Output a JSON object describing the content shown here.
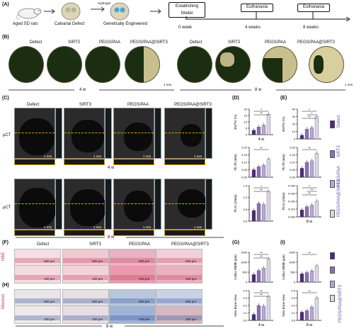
{
  "panel_labels": {
    "A": "(A)",
    "B": "(B)",
    "C": "(C)",
    "D": "(D)",
    "E": "(E)",
    "F": "(F)",
    "G": "(G)",
    "H": "(H)",
    "I": "(I)"
  },
  "schematic": {
    "rat": "Aged SD rats",
    "defect": "Calvarial Defect",
    "hydrogel": "Hydrogel",
    "engineered": "Genetically Engineered",
    "steps": [
      "Establishing Model",
      "Euthanasia",
      "Euthanasia"
    ],
    "times": [
      "0 week",
      "4 weeks",
      "8 weeks"
    ]
  },
  "groups": [
    "Defect",
    "SIRT3",
    "PEGS/PAA",
    "PEGS/PAA@SIRT3"
  ],
  "timepoints": {
    "w4": "4 w",
    "w8": "8 w"
  },
  "scale": {
    "mm1": "1 mm",
    "um500": "500 μm",
    "um100": "100 μm"
  },
  "rowlabels": {
    "uct": "μCT",
    "he": "H&E",
    "masson": "Masson"
  },
  "legend": [
    "Defect",
    "SIRT3",
    "PEGS/PAA",
    "PEGS/PAA@SIRT3"
  ],
  "colors": [
    "#4b2a7a",
    "#8a6fb8",
    "#b5a7d6",
    "#dcd6ea"
  ],
  "chart_data": [
    {
      "panel": "D",
      "type": "bar",
      "ylabel": "BV/TV (%)",
      "xlabel": "4 w",
      "ylim": [
        0,
        20
      ],
      "yticks": [
        0,
        5,
        10,
        15,
        20
      ],
      "values": [
        3.5,
        6,
        7.5,
        16
      ],
      "sig": [
        "*",
        "**"
      ]
    },
    {
      "panel": "D",
      "type": "bar",
      "ylabel": "Tb.Th (mm)",
      "ylim": [
        0,
        0.2
      ],
      "yticks": [
        "0.00",
        "0.05",
        "0.10",
        "0.15",
        "0.20"
      ],
      "values": [
        0.05,
        0.07,
        0.08,
        0.12
      ],
      "sig": [
        "**"
      ]
    },
    {
      "panel": "D",
      "type": "bar",
      "ylabel": "Tb.N (1/mm)",
      "ylim": [
        0,
        1.5
      ],
      "yticks": [
        "0.0",
        "0.5",
        "1.0",
        "1.5"
      ],
      "values": [
        0.45,
        0.75,
        0.7,
        1.25
      ],
      "sig": [
        "*",
        "**"
      ]
    },
    {
      "panel": "E",
      "type": "bar",
      "ylabel": "BV/TV (%)",
      "ylim": [
        0,
        40
      ],
      "yticks": [
        0,
        10,
        20,
        30,
        40
      ],
      "values": [
        5,
        13,
        15,
        30
      ],
      "sig": [
        "*",
        "*",
        "**"
      ]
    },
    {
      "panel": "E",
      "type": "bar",
      "ylabel": "Tb.Th (mm)",
      "ylim": [
        0,
        0.2
      ],
      "yticks": [
        "0.00",
        "0.05",
        "0.10",
        "0.15",
        "0.20"
      ],
      "values": [
        0.06,
        0.1,
        0.11,
        0.16
      ],
      "sig": [
        "**"
      ]
    },
    {
      "panel": "E",
      "type": "bar",
      "ylabel": "Tb.N (1/mm)",
      "xlabel": "8 w",
      "ylim": [
        0,
        0.04
      ],
      "yticks": [
        "0.000",
        "0.010",
        "0.020",
        "0.030",
        "0.040"
      ],
      "values": [
        0.009,
        0.013,
        0.015,
        0.02
      ],
      "sig": [
        "*",
        "**",
        "**"
      ]
    },
    {
      "panel": "G",
      "type": "bar",
      "ylabel": "Callus Width (μm)",
      "ylim": [
        0,
        1500
      ],
      "yticks": [
        0,
        500,
        1000,
        1500
      ],
      "values": [
        380,
        580,
        700,
        1150
      ],
      "sig": [
        "**",
        "**"
      ]
    },
    {
      "panel": "G",
      "type": "bar",
      "ylabel": "New Bone Area",
      "xlabel": "4 w",
      "ylim": [
        0,
        0.4
      ],
      "yticks": [
        "0.0",
        "0.1",
        "0.2",
        "0.3",
        "0.4"
      ],
      "values": [
        0.08,
        0.2,
        0.19,
        0.32
      ],
      "sig": [
        "**",
        "**"
      ]
    },
    {
      "panel": "I",
      "type": "bar",
      "ylabel": "Callus Width (μm)",
      "ylim": [
        0,
        1500
      ],
      "yticks": [
        0,
        500,
        1000,
        1500
      ],
      "values": [
        420,
        480,
        560,
        820
      ],
      "sig": [
        "**"
      ]
    },
    {
      "panel": "I",
      "type": "bar",
      "ylabel": "New Bone Area",
      "xlabel": "8 w",
      "ylim": [
        0,
        0.4
      ],
      "yticks": [
        "0.0",
        "0.1",
        "0.2",
        "0.3",
        "0.4"
      ],
      "values": [
        0.11,
        0.13,
        0.18,
        0.3
      ],
      "sig": [
        "**"
      ]
    }
  ]
}
